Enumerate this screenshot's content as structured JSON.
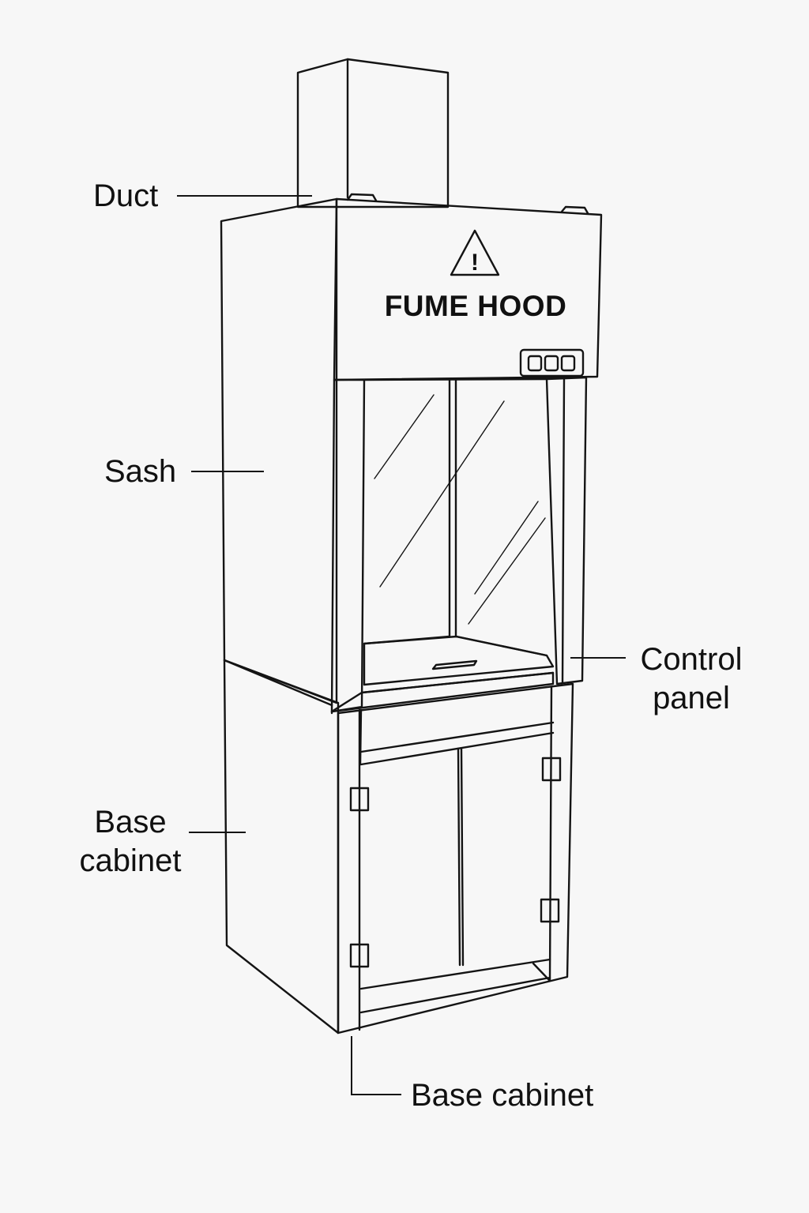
{
  "labels": {
    "duct": "Duct",
    "sash": "Sash",
    "control_panel_line1": "Control",
    "control_panel_line2": "panel",
    "base_cabinet_left_line1": "Base",
    "base_cabinet_left_line2": "cabinet",
    "base_cabinet_bottom": "Base cabinet"
  },
  "hood_sign": {
    "title": "FUME HOOD",
    "warning_symbol": "!",
    "icon": "warning-triangle-icon"
  },
  "colors": {
    "line": "#141414",
    "background": "#f7f7f7"
  }
}
